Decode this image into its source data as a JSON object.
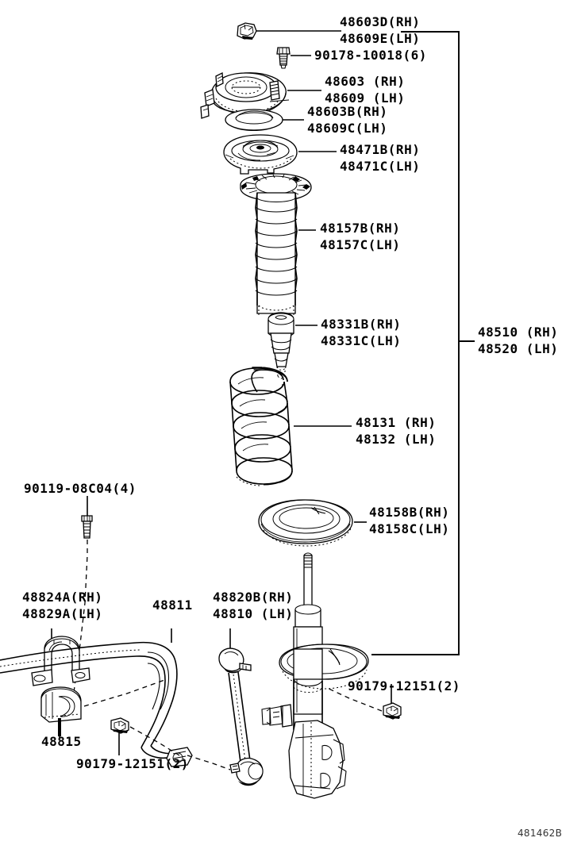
{
  "diagram": {
    "id_code": "481462B",
    "title": "Front Suspension Strut Assembly Exploded Parts Diagram",
    "background_color": "#ffffff",
    "line_color": "#000000"
  },
  "labels": {
    "suspension_support_nut": {
      "line1": "48603D(RH)",
      "line2": "48609E(LH)"
    },
    "mount_bolt": {
      "line1": "90178-10018(6)"
    },
    "suspension_support": {
      "line1": "48603 (RH)",
      "line2": "48609 (LH)"
    },
    "support_plate": {
      "line1": "48603B(RH)",
      "line2": "48609C(LH)"
    },
    "bearing": {
      "line1": "48471B(RH)",
      "line2": "48471C(LH)"
    },
    "dust_boot": {
      "line1": "48157B(RH)",
      "line2": "48157C(LH)"
    },
    "bumper_bound": {
      "line1": "48331B(RH)",
      "line2": "48331C(LH)"
    },
    "coil_spring": {
      "line1": "48131 (RH)",
      "line2": "48132 (LH)"
    },
    "spring_seat_lower": {
      "line1": "48158B(RH)",
      "line2": "48158C(LH)"
    },
    "strut_assembly": {
      "line1": "48510 (RH)",
      "line2": "48520 (LH)"
    },
    "stabilizer_bracket_bolt": {
      "line1": "90119-08C04(4)"
    },
    "stabilizer_bracket": {
      "line1": "48824A(RH)",
      "line2": "48829A(LH)"
    },
    "stabilizer_bar": {
      "line1": "48811"
    },
    "stabilizer_bushing": {
      "line1": "48815"
    },
    "stabilizer_link": {
      "line1": "48820B(RH)",
      "line2": "48810 (LH)"
    },
    "link_nut_lower": {
      "line1": "90179-12151(2)"
    },
    "link_nut_upper": {
      "line1": "90179-12151(2)"
    }
  },
  "icons": {
    "support_nut": "hex-nut-icon",
    "mount_bolt": "bolt-icon",
    "strut_mount": "strut-mount-icon",
    "washer_plate": "ring-washer-icon",
    "thrust_bearing": "bearing-icon",
    "dust_boot": "bellows-boot-icon",
    "bump_stop": "bump-stop-icon",
    "coil_spring": "coil-spring-icon",
    "lower_seat": "spring-seat-icon",
    "strut": "strut-damper-icon",
    "stabilizer_bracket": "u-bracket-icon",
    "stabilizer_bushing": "c-bushing-icon",
    "stabilizer_bar": "sway-bar-icon",
    "stabilizer_link": "sway-link-icon",
    "flange_nut": "flange-nut-icon"
  }
}
